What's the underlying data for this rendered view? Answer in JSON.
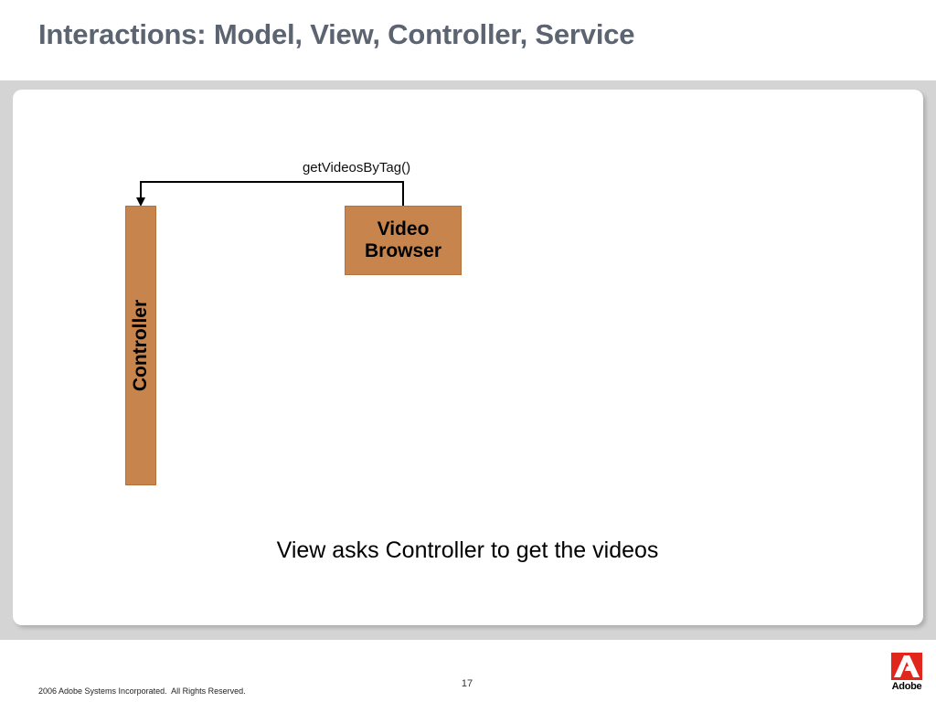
{
  "slide": {
    "title": "Interactions: Model, View, Controller, Service",
    "caption": "View asks Controller to get the videos",
    "page_number": "17",
    "copyright": "2006 Adobe Systems Incorporated.  All Rights Reserved.",
    "logo_text": "Adobe"
  },
  "diagram": {
    "call_label": "getVideosByTag()",
    "video_browser": {
      "line1": "Video",
      "line2": "Browser"
    },
    "controller_label": "Controller"
  },
  "colors": {
    "title": "#5b6470",
    "box_fill": "#c8844d",
    "band": "#d4d4d4",
    "logo_red": "#e1261c"
  }
}
